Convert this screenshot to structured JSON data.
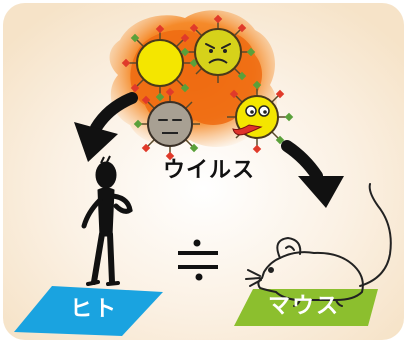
{
  "labels": {
    "virus": "ウイルス",
    "human": "ヒト",
    "mouse": "マウス"
  },
  "relation_symbol": "≒",
  "colors": {
    "background_frame": "#f6e3c8",
    "background_center": "#fbf1e4",
    "virus_splash": "#f07a16",
    "human_mat": "#1aa3e0",
    "mouse_mat": "#8cbf2e",
    "virus_yellow": "#f4e600",
    "virus_olive": "#d6d21a",
    "virus_gray": "#a8a093",
    "arrow": "#111111"
  },
  "icons": {
    "virus_1": "happy-virus-icon",
    "virus_2": "angry-virus-icon",
    "virus_3": "gray-virus-icon",
    "virus_4": "sick-virus-icon",
    "human": "human-figure-icon",
    "mouse": "mouse-icon"
  }
}
